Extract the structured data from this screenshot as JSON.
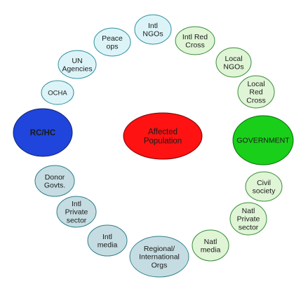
{
  "colors": {
    "light_blue_fill": "#dcf4f8",
    "light_blue_stroke": "#2f8f9e",
    "light_green_fill": "#dff5d6",
    "light_green_stroke": "#3c8a3c",
    "steel_fill": "#c5dde2",
    "steel_stroke": "#2f7f8c",
    "rc_fill": "#2045dc",
    "gov_fill": "#1acf1a",
    "center_fill": "#ff1212",
    "center_text": "#ffe4e4"
  },
  "nodes": {
    "center": {
      "lines": [
        "Affected",
        "Population"
      ]
    },
    "rc_hc": {
      "lines": [
        "RC/HC"
      ]
    },
    "government": {
      "lines": [
        "GOVERNMENT"
      ]
    },
    "intl_ngos": {
      "lines": [
        "Intl",
        "NGOs"
      ]
    },
    "intl_red_cross": {
      "lines": [
        "Intl Red",
        "Cross"
      ]
    },
    "local_ngos": {
      "lines": [
        "Local",
        "NGOs"
      ]
    },
    "local_red_cross": {
      "lines": [
        "Local",
        "Red",
        "Cross"
      ]
    },
    "peace_ops": {
      "lines": [
        "Peace",
        "ops"
      ]
    },
    "un_agencies": {
      "lines": [
        "UN",
        "Agencies"
      ]
    },
    "ocha": {
      "lines": [
        "OCHA"
      ]
    },
    "donor_govts": {
      "lines": [
        "Donor",
        "Govts."
      ]
    },
    "intl_private_sector": {
      "lines": [
        "Intl",
        "Private",
        "sector"
      ]
    },
    "intl_media": {
      "lines": [
        "Intl",
        "media"
      ]
    },
    "regional_intl_orgs": {
      "lines": [
        "Regional/",
        "International",
        "Orgs"
      ]
    },
    "natl_media": {
      "lines": [
        "Natl",
        "media"
      ]
    },
    "natl_private_sector": {
      "lines": [
        "Natl",
        "Private",
        "sector"
      ]
    },
    "civil_society": {
      "lines": [
        "Civil",
        "society"
      ]
    }
  }
}
